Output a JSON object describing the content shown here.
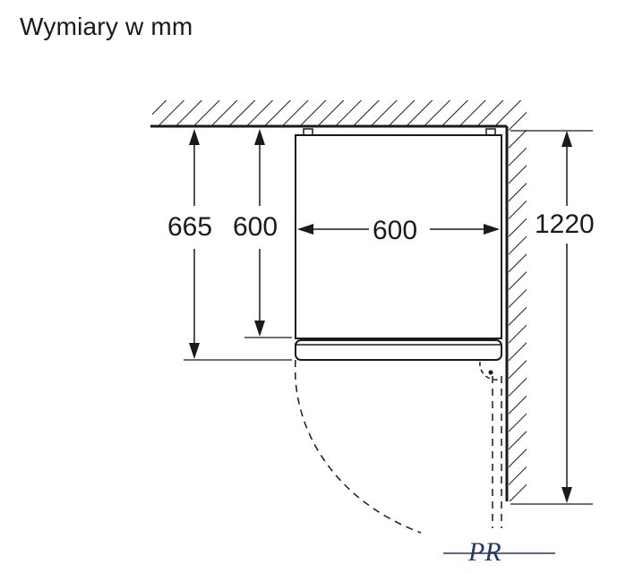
{
  "title": "Wymiary w mm",
  "dimensions": {
    "depth_total": "665",
    "depth_body": "600",
    "width": "600",
    "door_clearance": "1220"
  },
  "logo": {
    "text": "PR",
    "color": "#1f3a6b"
  },
  "colors": {
    "line": "#1a1a1a",
    "hatch": "#1a1a1a"
  }
}
